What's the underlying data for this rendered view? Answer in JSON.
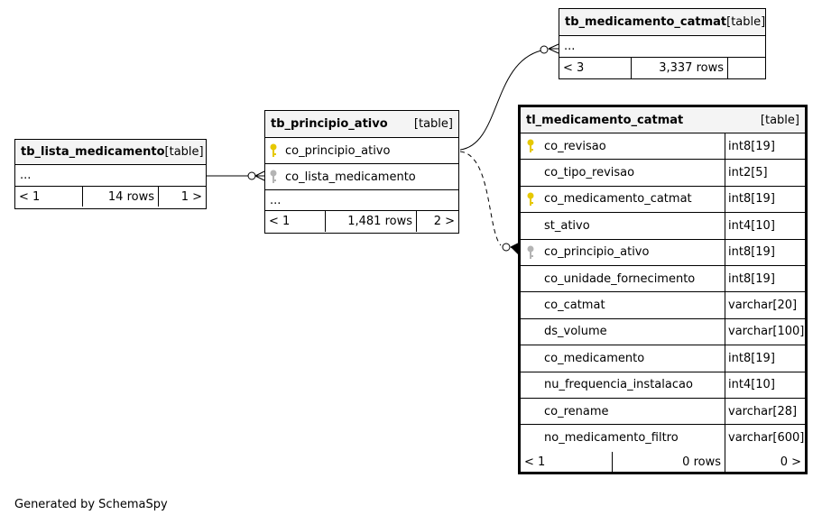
{
  "footer": "Generated by SchemaSpy",
  "tb_lista_medicamento": {
    "name": "tb_lista_medicamento",
    "type": "[table]",
    "ellipsis": "...",
    "parents": "< 1",
    "rows": "14 rows",
    "children": "1 >"
  },
  "tb_principio_ativo": {
    "name": "tb_principio_ativo",
    "type": "[table]",
    "columns": [
      {
        "name": "co_principio_ativo",
        "key": "primary",
        "key_color": "#e6c800"
      },
      {
        "name": "co_lista_medicamento",
        "key": "foreign",
        "key_color": "#b4b4b4"
      }
    ],
    "ellipsis": "...",
    "parents": "< 1",
    "rows": "1,481 rows",
    "children": "2 >"
  },
  "tb_medicamento_catmat": {
    "name": "tb_medicamento_catmat",
    "type": "[table]",
    "ellipsis": "...",
    "parents": "< 3",
    "rows": "3,337 rows",
    "children": ""
  },
  "tl_medicamento_catmat": {
    "name": "tl_medicamento_catmat",
    "type": "[table]",
    "columns": [
      {
        "name": "co_revisao",
        "type": "int8[19]",
        "key": "primary",
        "key_color": "#e6c800"
      },
      {
        "name": "co_tipo_revisao",
        "type": "int2[5]",
        "key": ""
      },
      {
        "name": "co_medicamento_catmat",
        "type": "int8[19]",
        "key": "primary",
        "key_color": "#e6c800"
      },
      {
        "name": "st_ativo",
        "type": "int4[10]",
        "key": ""
      },
      {
        "name": "co_principio_ativo",
        "type": "int8[19]",
        "key": "foreign",
        "key_color": "#b4b4b4"
      },
      {
        "name": "co_unidade_fornecimento",
        "type": "int8[19]",
        "key": ""
      },
      {
        "name": "co_catmat",
        "type": "varchar[20]",
        "key": ""
      },
      {
        "name": "ds_volume",
        "type": "varchar[100]",
        "key": ""
      },
      {
        "name": "co_medicamento",
        "type": "int8[19]",
        "key": ""
      },
      {
        "name": "nu_frequencia_instalacao",
        "type": "int4[10]",
        "key": ""
      },
      {
        "name": "co_rename",
        "type": "varchar[28]",
        "key": ""
      },
      {
        "name": "no_medicamento_filtro",
        "type": "varchar[600]",
        "key": ""
      }
    ],
    "parents": "< 1",
    "rows": "0 rows",
    "children": "0 >"
  }
}
